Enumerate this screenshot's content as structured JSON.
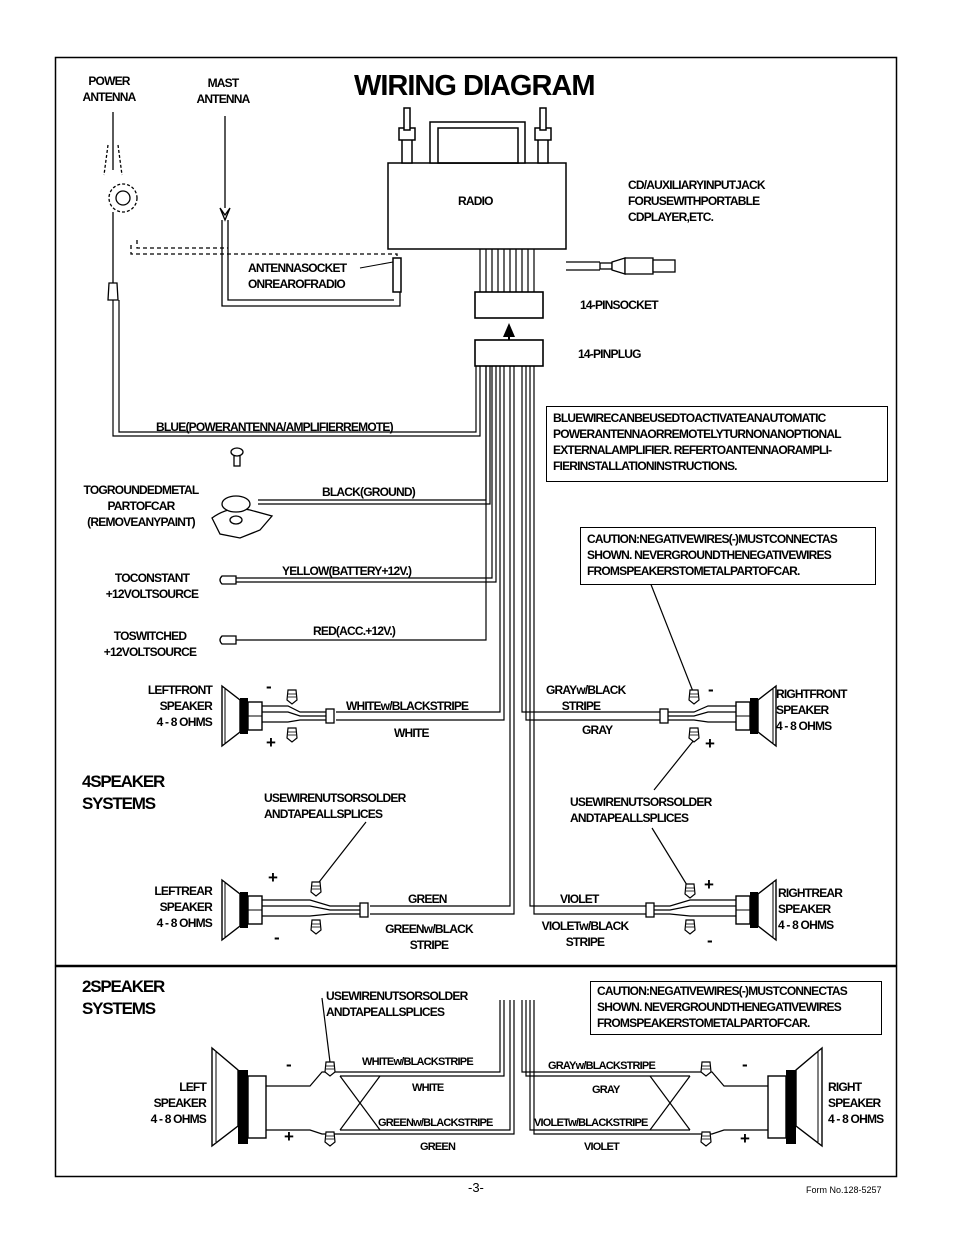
{
  "title": "WIRING DIAGRAM",
  "labels": {
    "power_antenna": [
      "POWER",
      "ANTENNA"
    ],
    "mast_antenna": [
      "MAST",
      "ANTENNA"
    ],
    "radio": "RADIO",
    "aux_jack": [
      "CD/AUXILIARYINPUTJACK",
      "FORUSEWITHPORTABLE",
      "CDPLAYER,ETC."
    ],
    "antenna_socket": [
      "ANTENNASOCKET",
      "ONREAROFRADIO"
    ],
    "pin_socket": "14-PINSOCKET",
    "pin_plug": "14-PINPLUG",
    "blue_wire": "BLUE(POWERANTENNA/AMPLIFIERREMOTE)",
    "blue_note": [
      "BLUEWIRECANBEUSEDTOACTIVATEANAUTOMATIC",
      "POWERANTENNAORREMOTELYTURNONANOPTIONAL",
      "EXTERNALAMPLIFIER. REFERTOANTENNAORAMPLI-",
      "FIERINSTALLATIONINSTRUCTIONS."
    ],
    "ground": [
      "TOGROUNDEDMETAL",
      "PARTOFCAR",
      "(REMOVEANYPAINT)"
    ],
    "black_wire": "BLACK(GROUND)",
    "constant": [
      "TOCONSTANT",
      "+12VOLTSOURCE"
    ],
    "yellow_wire": "YELLOW(BATTERY+12V.)",
    "switched": [
      "TOSWITCHED",
      "+12VOLTSOURCE"
    ],
    "red_wire": "RED(ACC.+12V.)",
    "caution": [
      "CAUTION:NEGATIVEWIRES(-)MUSTCONNECTAS",
      "SHOWN. NEVERGROUNDTHENEGATIVEWIRES",
      "FROMSPEAKERSTOMETALPARTOFCAR."
    ],
    "left_front": [
      "LEFTFRONT",
      "SPEAKER",
      "4 - 8 OHMS"
    ],
    "right_front": [
      "RIGHTFRONT",
      "SPEAKER",
      "4 - 8 OHMS"
    ],
    "left_rear": [
      "LEFTREAR",
      "SPEAKER",
      "4 - 8 OHMS"
    ],
    "right_rear": [
      "RIGHTREAR",
      "SPEAKER",
      "4 - 8 OHMS"
    ],
    "white_black": "WHITEw/BLACKSTRIPE",
    "white": "WHITE",
    "gray_black": [
      "GRAYw/BLACK",
      "STRIPE"
    ],
    "gray": "GRAY",
    "four_speaker": [
      "4SPEAKER",
      "SYSTEMS"
    ],
    "wire_nuts": [
      "USEWIRENUTSORSOLDER",
      "ANDTAPEALLSPLICES"
    ],
    "green": "GREEN",
    "green_black": [
      "GREENw/BLACK",
      "STRIPE"
    ],
    "violet": "VIOLET",
    "violet_black": [
      "VIOLETw/BLACK",
      "STRIPE"
    ],
    "two_speaker": [
      "2SPEAKER",
      "SYSTEMS"
    ],
    "left": [
      "LEFT",
      "SPEAKER",
      "4 - 8 OHMS"
    ],
    "right": [
      "RIGHT",
      "SPEAKER",
      "4 - 8 OHMS"
    ],
    "white_blackstripe_2": "WHITEw/BLACKSTRIPE",
    "gray_blackstripe_2": "GRAYw/BLACKSTRIPE",
    "green_blackstripe_2": "GREENw/BLACKSTRIPE",
    "violet_blackstripe_2": "VIOLETw/BLACKSTRIPE",
    "minus": "-",
    "plus": "+"
  },
  "footer": {
    "page": "-3-",
    "form": "Form No.128-5257"
  }
}
